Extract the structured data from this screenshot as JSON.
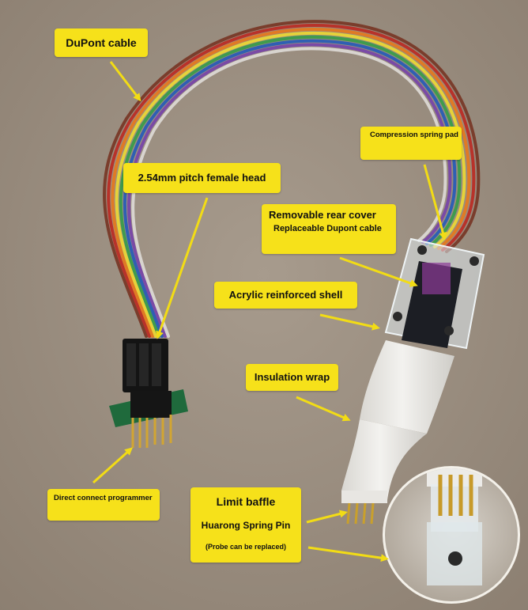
{
  "labels": {
    "dupont_cable": "DuPont cable",
    "pitch_female_head": "2.54mm pitch female head",
    "compression_spring_pad": "Compression spring pad",
    "removable_rear_cover": "Removable rear cover",
    "replaceable_dupont_cable": "Replaceable Dupont cable",
    "acrylic_reinforced_shell": "Acrylic reinforced shell",
    "insulation_wrap": "Insulation wrap",
    "direct_connect_programmer": "Direct connect programmer",
    "limit_baffle": "Limit baffle",
    "huarong_spring_pin": "Huarong Spring Pin",
    "probe_replaced": "(Probe can be replaced)"
  },
  "colors": {
    "label_bg": "#f6e11a",
    "arrow": "#f2dc15",
    "background": "#9b8e7f"
  }
}
